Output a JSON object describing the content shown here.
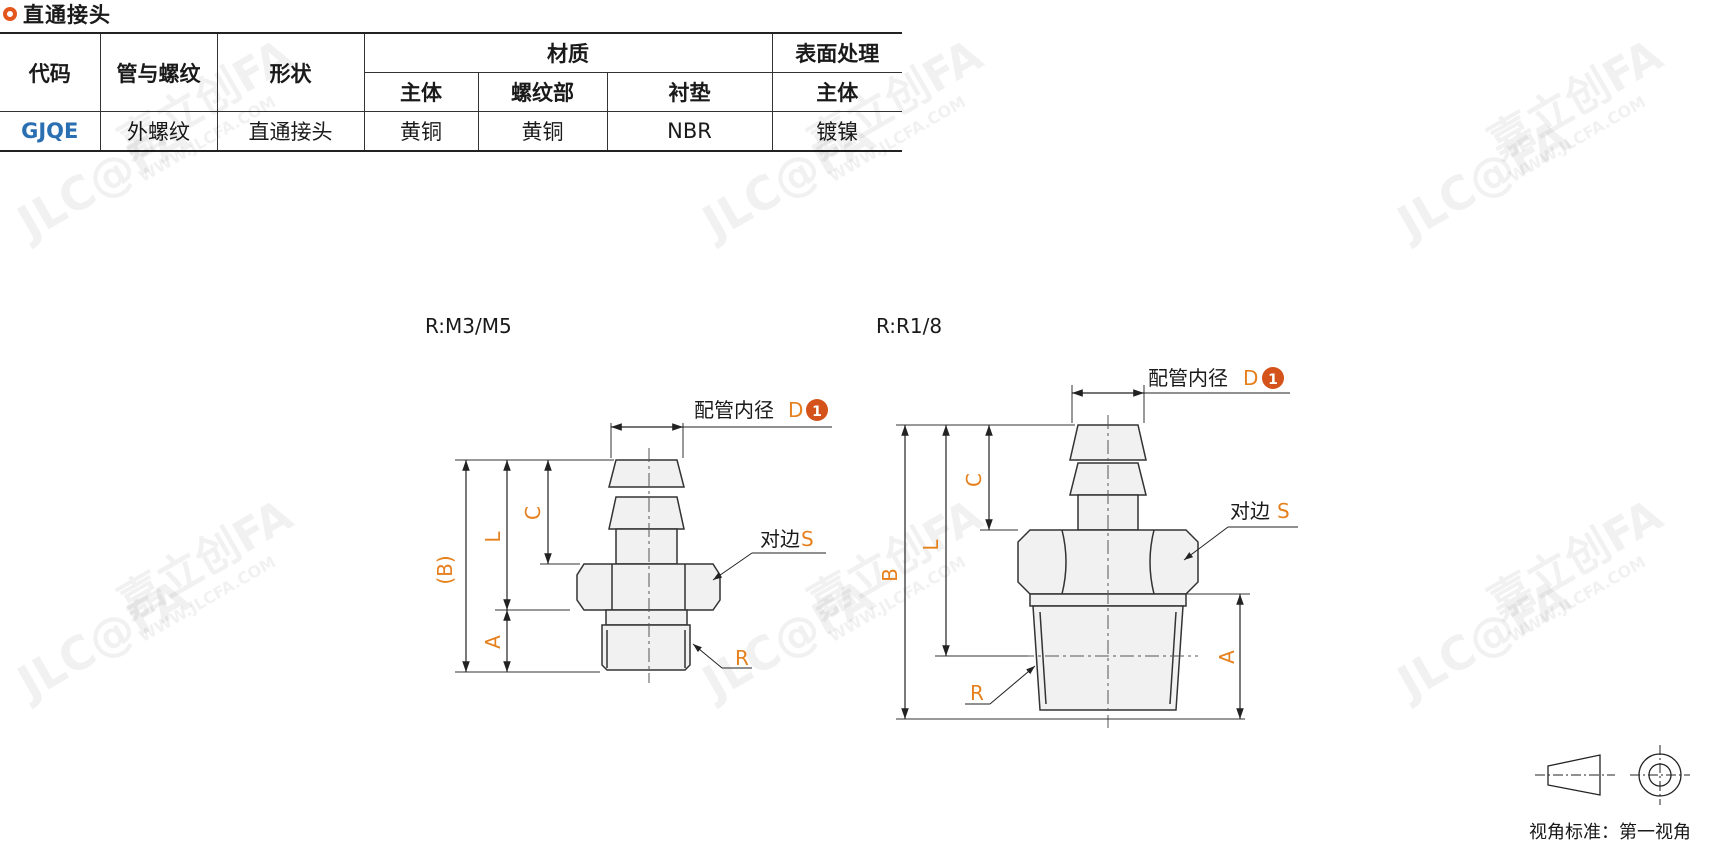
{
  "header": {
    "title": "直通接头"
  },
  "table": {
    "h_code": "代码",
    "h_pipe": "管与螺纹",
    "h_shape": "形状",
    "h_material": "材质",
    "h_surface": "表面处理",
    "h_body": "主体",
    "h_thread": "螺纹部",
    "h_gasket": "衬垫",
    "h_surface_body": "主体",
    "row": {
      "code": "GJQE",
      "pipe": "外螺纹",
      "shape": "直通接头",
      "body": "黄铜",
      "thread": "黄铜",
      "gasket": "NBR",
      "surface": "镀镍"
    }
  },
  "drawing1": {
    "title": "R:M3/M5",
    "pipe_dia_label": "配管内径",
    "pipe_dia_letter": "D",
    "note_num": "1",
    "hex_label": "对边",
    "hex_letter": "S",
    "dim_B": "(B)",
    "dim_L": "L",
    "dim_C": "C",
    "dim_A": "A",
    "dim_R": "R"
  },
  "drawing2": {
    "title": "R:R1/8",
    "pipe_dia_label": "配管内径",
    "pipe_dia_letter": "D",
    "note_num": "1",
    "hex_label": "对边",
    "hex_letter": "S",
    "dim_B": "B",
    "dim_L": "L",
    "dim_C": "C",
    "dim_A": "A",
    "dim_R": "R"
  },
  "view_standard": "视角标准：第一视角",
  "watermark": {
    "brand": "JLC@FA",
    "cn": "嘉立创FA",
    "url": "WWW.JLCFA.COM"
  },
  "colors": {
    "accent": "#e5561d",
    "dim_orange": "#e5801d",
    "code_blue": "#2a6fb2"
  }
}
